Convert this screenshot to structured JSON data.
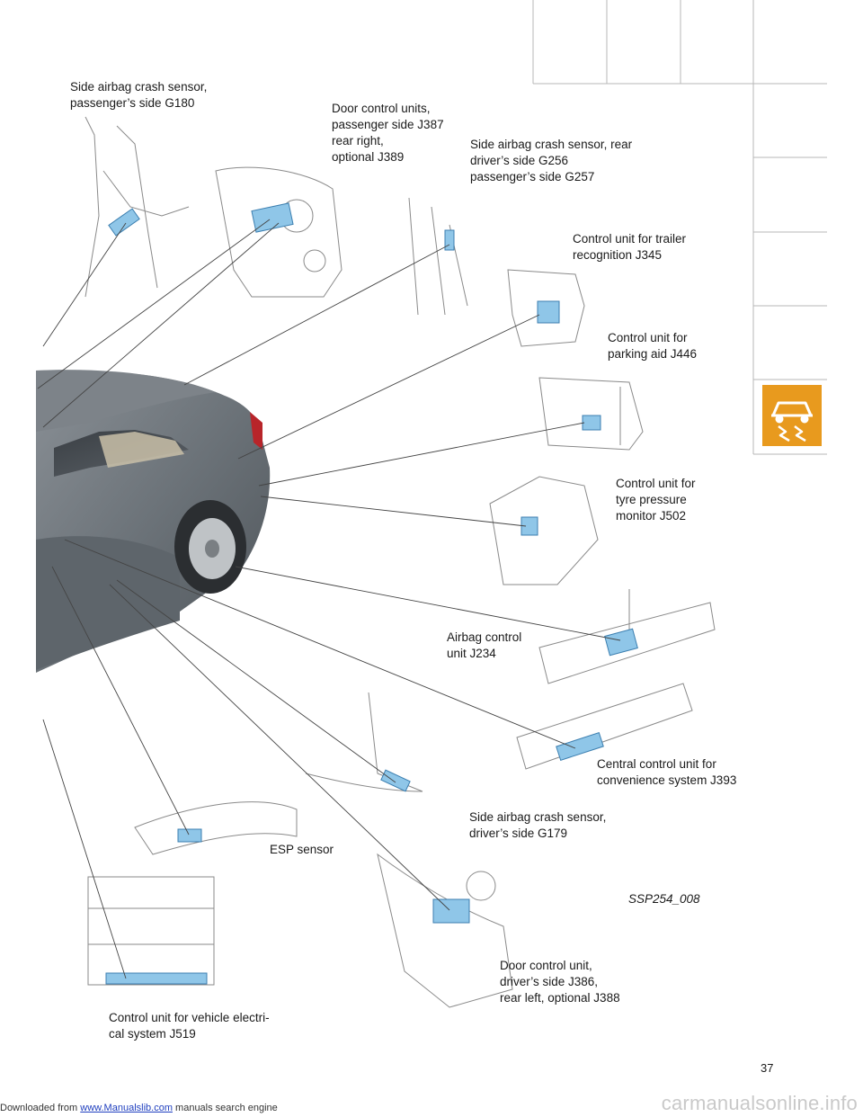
{
  "labels": {
    "g180": "Side airbag crash sensor,\npassenger’s side G180",
    "j387": "Door control units,\npassenger side J387\nrear right,\noptional J389",
    "g256": "Side airbag crash sensor, rear\ndriver’s side G256\npassenger’s side G257",
    "j345": "Control unit for trailer\nrecognition J345",
    "j446": "Control unit for\nparking aid J446",
    "j502": "Control unit for\ntyre pressure\nmonitor J502",
    "j234": "Airbag control\nunit J234",
    "j393": "Central control unit for\nconvenience system J393",
    "g179": "Side airbag crash sensor,\ndriver’s side G179",
    "esp": "ESP sensor",
    "j386": "Door control unit,\ndriver’s side J386,\nrear left, optional J388",
    "j519": "Control unit for vehicle electri-\ncal system J519"
  },
  "figure_ref": "SSP254_008",
  "page_number": "37",
  "footer": {
    "prefix": "Downloaded from ",
    "link": "www.Manualslib.com",
    "suffix": " manuals search engine"
  },
  "watermark": "carmanualsonline.info",
  "colors": {
    "tab_accent": "#e89a1e",
    "component_highlight": "#8fc6e8",
    "car_body": "#6b7278"
  },
  "icons": [
    "electronics-car-icon"
  ]
}
